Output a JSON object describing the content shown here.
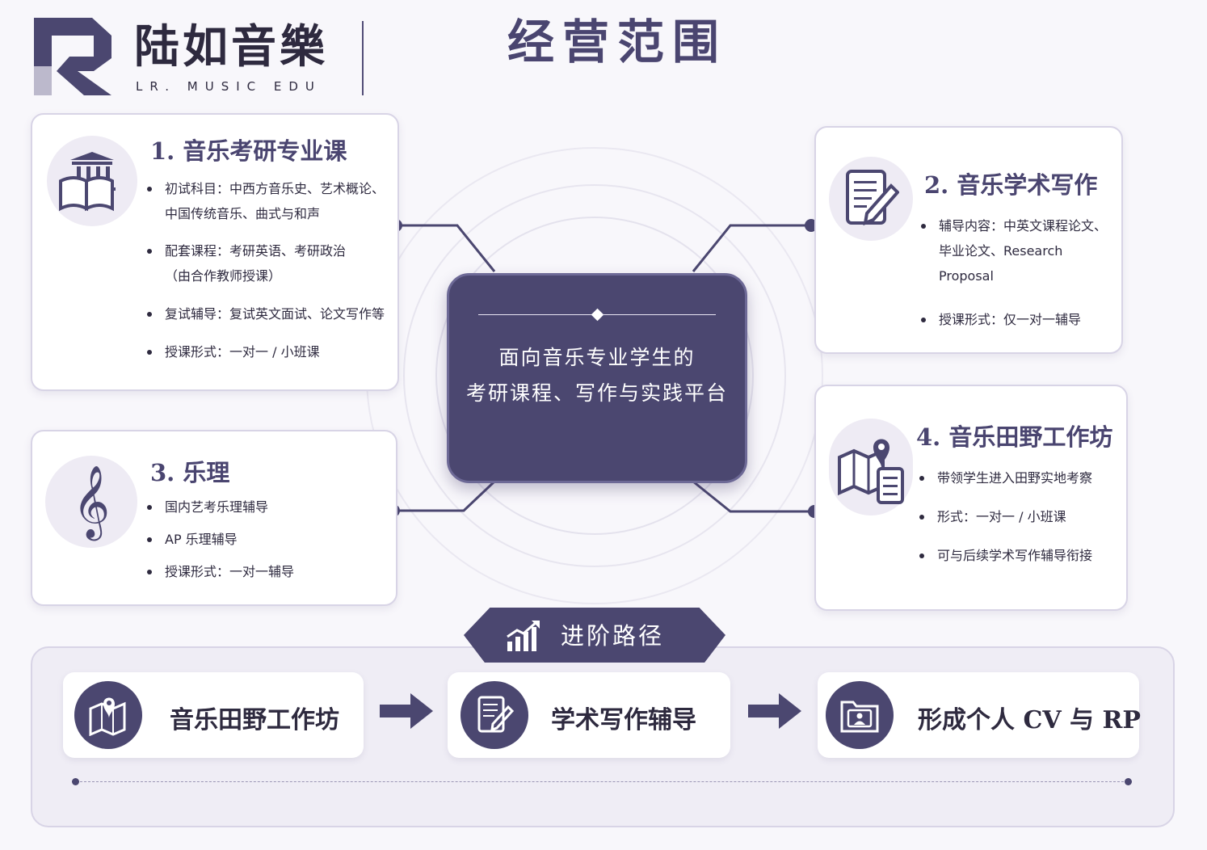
{
  "header": {
    "logo_cn": "陆如音樂",
    "logo_en": "LR. MUSIC EDU",
    "title": "经营范围"
  },
  "center": {
    "line1": "面向音乐专业学生的",
    "line2": "考研课程、写作与实践平台"
  },
  "cards": [
    {
      "title": "1. 音乐考研专业课",
      "icon": "library-book-icon",
      "bullets": [
        "初试科目：中西方音乐史、艺术概论、",
        "中国传统音乐、曲式与和声",
        "配套课程：考研英语、考研政治",
        "（由合作教师授课）",
        "复试辅导：复试英文面试、论文写作等",
        "授课形式：一对一 / 小班课"
      ]
    },
    {
      "title": "2. 音乐学术写作",
      "icon": "document-pen-icon",
      "bullets": [
        "辅导内容：中英文课程论文、",
        "毕业论文、Research Proposal",
        "授课形式：仅一对一辅导"
      ]
    },
    {
      "title": "3. 乐理",
      "icon": "treble-clef-icon",
      "bullets": [
        "国内艺考乐理辅导",
        "AP 乐理辅导",
        "授课形式：一对一辅导"
      ]
    },
    {
      "title": "4. 音乐田野工作坊",
      "icon": "map-pin-list-icon",
      "bullets": [
        "带领学生进入田野实地考察",
        "形式：一对一 / 小班课",
        "可与后续学术写作辅导衔接"
      ]
    }
  ],
  "path": {
    "label": "进阶路径",
    "steps": [
      {
        "label": "音乐田野工作坊",
        "icon": "map-pin-icon"
      },
      {
        "label": "学术写作辅导",
        "icon": "document-pen-icon"
      },
      {
        "label": "形成个人 CV 与 RP",
        "icon": "profile-folder-icon"
      }
    ]
  },
  "colors": {
    "primary": "#4b4770",
    "title": "#4a4570",
    "text": "#2e2a3f",
    "icon_bg": "#eeebf4",
    "panel_bg": "#efedf5"
  }
}
